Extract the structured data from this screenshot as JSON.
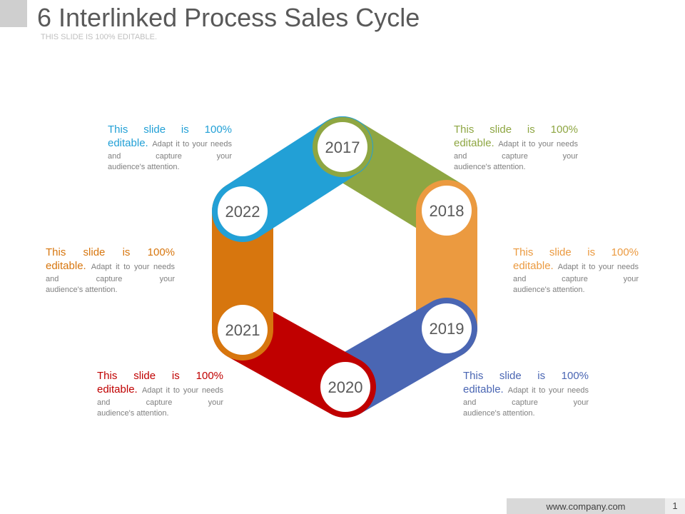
{
  "slide": {
    "title": "6 Interlinked Process Sales Cycle",
    "subtitle": "THIS SLIDE IS 100% EDITABLE."
  },
  "cycle": [
    {
      "year": "2017",
      "color": "#8ea642",
      "lead": "This slide is 100% editable.",
      "rest": "Adapt it to your needs and capture your",
      "last": "audience's attention."
    },
    {
      "year": "2018",
      "color": "#eb9a40",
      "lead": "This slide is 100% editable.",
      "rest": "Adapt it to your needs and capture your",
      "last": "audience's attention."
    },
    {
      "year": "2019",
      "color": "#4a66b3",
      "lead": "This slide is 100% editable.",
      "rest": "Adapt it to your needs and capture your",
      "last": "audience's attention."
    },
    {
      "year": "2020",
      "color": "#c00000",
      "lead": "This slide is 100% editable.",
      "rest": "Adapt it to your needs and capture your",
      "last": "audience's attention."
    },
    {
      "year": "2021",
      "color": "#d7760e",
      "lead": "This slide is 100% editable.",
      "rest": "Adapt it to your needs and capture your",
      "last": "audience's attention."
    },
    {
      "year": "2022",
      "color": "#22a0d6",
      "lead": "This slide is 100% editable.",
      "rest": "Adapt it to your needs and capture your",
      "last": "audience's attention."
    }
  ],
  "footer": {
    "url": "www.company.com",
    "page": "1"
  }
}
